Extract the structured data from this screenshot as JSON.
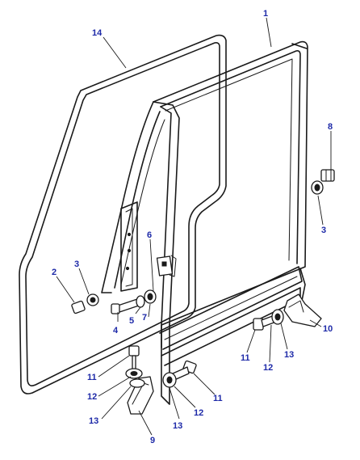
{
  "callouts": [
    {
      "id": "c1",
      "label": "1"
    },
    {
      "id": "c14",
      "label": "14"
    },
    {
      "id": "c8",
      "label": "8"
    },
    {
      "id": "c3a",
      "label": "3"
    },
    {
      "id": "c3b",
      "label": "3"
    },
    {
      "id": "c2",
      "label": "2"
    },
    {
      "id": "c6",
      "label": "6"
    },
    {
      "id": "c5",
      "label": "5"
    },
    {
      "id": "c7",
      "label": "7"
    },
    {
      "id": "c4",
      "label": "4"
    },
    {
      "id": "c10",
      "label": "10"
    },
    {
      "id": "c11a",
      "label": "11"
    },
    {
      "id": "c12a",
      "label": "12"
    },
    {
      "id": "c13a",
      "label": "13"
    },
    {
      "id": "c11b",
      "label": "11"
    },
    {
      "id": "c12b",
      "label": "12"
    },
    {
      "id": "c13b",
      "label": "13"
    },
    {
      "id": "c11c",
      "label": "11"
    },
    {
      "id": "c12c",
      "label": "12"
    },
    {
      "id": "c13c",
      "label": "13"
    },
    {
      "id": "c9",
      "label": "9"
    }
  ]
}
